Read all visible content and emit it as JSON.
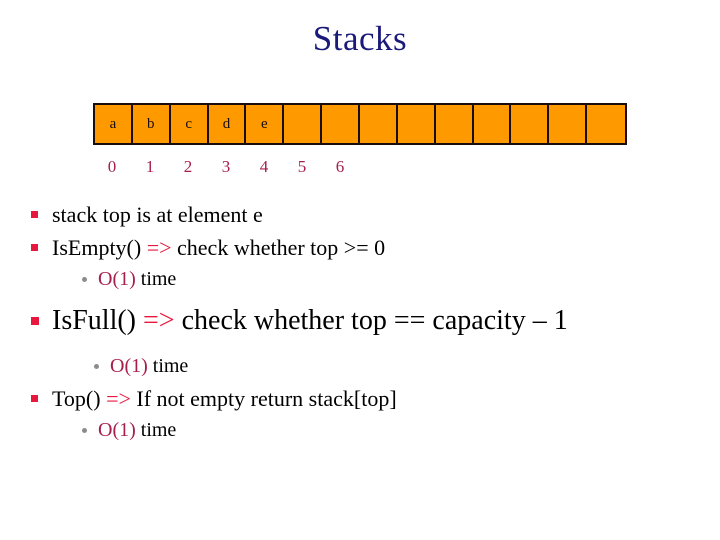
{
  "slide": {
    "title": "Stacks",
    "title_color": "#1a1a7a"
  },
  "array_diagram": {
    "cell_color": "#ff9900",
    "border_color": "#1a0d0d",
    "index_color": "#a61f4a",
    "total_cells": 14,
    "cells": [
      "a",
      "b",
      "c",
      "d",
      "e",
      "",
      "",
      "",
      "",
      "",
      "",
      "",
      "",
      ""
    ],
    "indices": [
      "0",
      "1",
      "2",
      "3",
      "4",
      "5",
      "6"
    ]
  },
  "bullets": {
    "bullet_square_color": "#e8173d",
    "sub_bullet_dot_color": "#8c8c8c",
    "arrow_color": "#e8173d",
    "bigo_color": "#a61f4a",
    "items": [
      {
        "text": "stack top is at element e"
      },
      {
        "name": "IsEmpty()",
        "arrow": "=>",
        "desc": "check whether top >= 0"
      },
      {
        "bigo": "O(1)",
        "suffix": " time"
      },
      {
        "name": "IsFull()",
        "arrow": "=>",
        "desc": "check whether top == capacity – 1"
      },
      {
        "bigo": "O(1)",
        "suffix": " time"
      },
      {
        "name": "Top()",
        "arrow": "=>",
        "desc": "If not empty return stack[top]"
      },
      {
        "bigo": "O(1)",
        "suffix": " time"
      }
    ]
  }
}
